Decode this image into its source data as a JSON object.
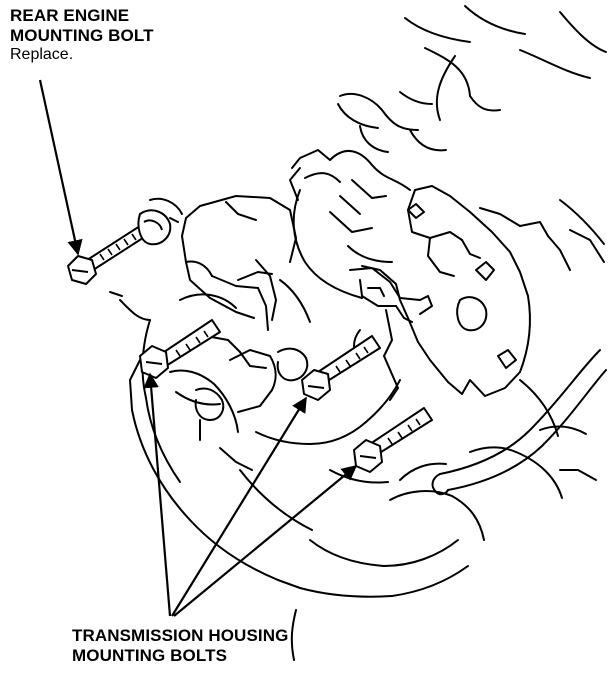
{
  "labels": {
    "rear_engine": {
      "line1": "REAR ENGINE",
      "line2": "MOUNTING BOLT",
      "note": "Replace."
    },
    "transmission": {
      "line1": "TRANSMISSION HOUSING",
      "line2": "MOUNTING BOLTS"
    }
  },
  "colors": {
    "ink": "#000000",
    "paper": "#ffffff"
  }
}
